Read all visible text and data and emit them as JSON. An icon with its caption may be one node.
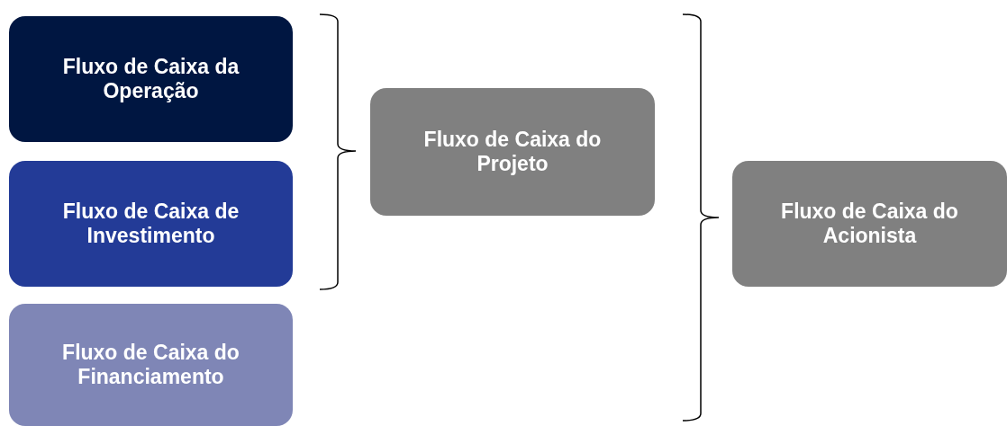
{
  "diagram": {
    "nodes": [
      {
        "text": [
          "Fluxo de Caixa da Operação"
        ]
      },
      {
        "text": [
          "Fluxo de Caixa de Investimento"
        ]
      },
      {
        "text": [
          "Fluxo de Caixa do Financiamento"
        ]
      },
      {
        "text": [
          "Fluxo de Caixa do Projeto"
        ]
      },
      {
        "text": [
          "Fluxo de Caixa do Acionista"
        ]
      }
    ]
  }
}
